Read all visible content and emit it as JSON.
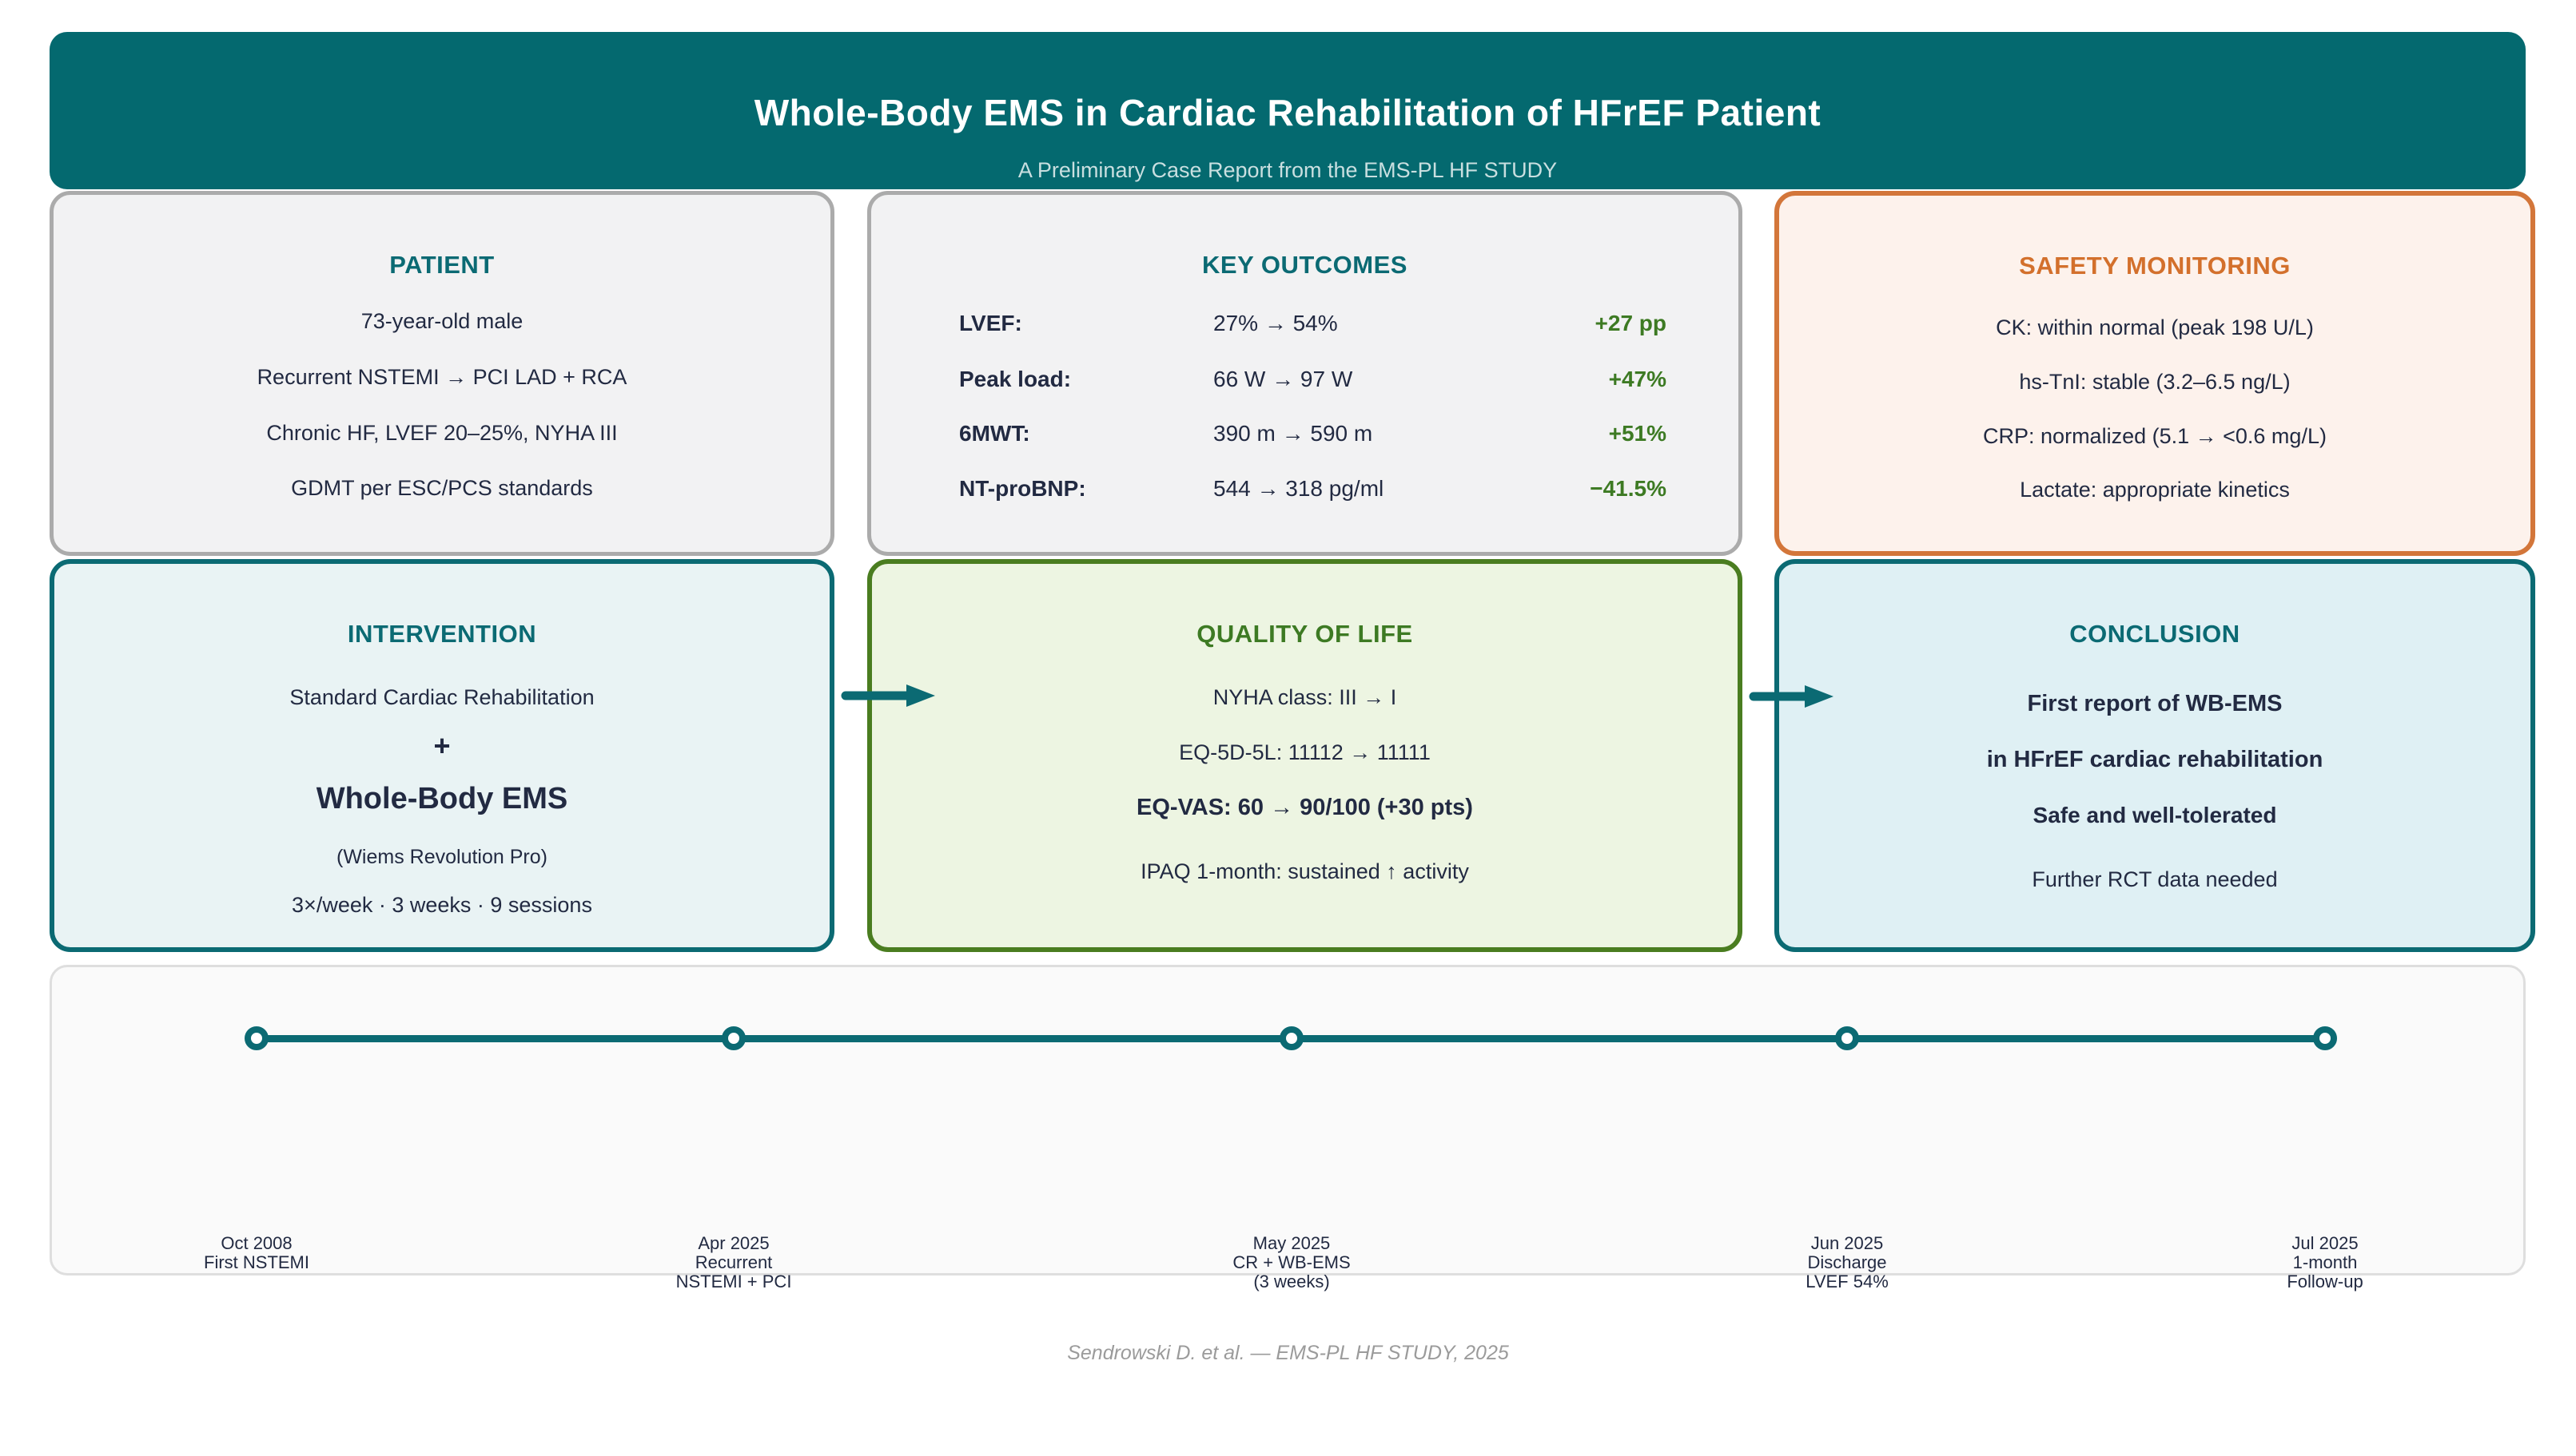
{
  "header": {
    "title": "Whole-Body EMS in Cardiac Rehabilitation of HFrEF Patient",
    "subtitle": "A Preliminary Case Report from the EMS-PL HF STUDY"
  },
  "cards": {
    "patient": {
      "title": "PATIENT",
      "lines": [
        "73-year-old male",
        "Recurrent NSTEMI → PCI LAD + RCA",
        "Chronic HF, LVEF 20–25%, NYHA III",
        "GDMT per ESC/PCS standards"
      ]
    },
    "key_outcomes": {
      "title": "KEY OUTCOMES",
      "rows": [
        {
          "label": "LVEF:",
          "value": "27%  →  54%",
          "change": "+27 pp"
        },
        {
          "label": "Peak load:",
          "value": "66 W  →  97 W",
          "change": "+47%"
        },
        {
          "label": "6MWT:",
          "value": "390 m  →  590 m",
          "change": "+51%"
        },
        {
          "label": "NT-proBNP:",
          "value": "544  →  318 pg/ml",
          "change": "−41.5%"
        }
      ]
    },
    "safety": {
      "title": "SAFETY MONITORING",
      "lines": [
        "CK: within normal (peak 198 U/L)",
        "hs-TnI: stable (3.2–6.5 ng/L)",
        "CRP: normalized (5.1 → <0.6 mg/L)",
        "Lactate: appropriate kinetics"
      ]
    },
    "intervention": {
      "title": "INTERVENTION",
      "standard": "Standard Cardiac Rehabilitation",
      "plus": "+",
      "ems": "Whole-Body EMS",
      "device": "(Wiems Revolution Pro)",
      "schedule": "3×/week  ·  3 weeks  ·  9 sessions"
    },
    "quality": {
      "title": "QUALITY OF LIFE",
      "nyha": "NYHA class:  III  →  I",
      "eq5d": "EQ-5D-5L:  11112  →  11111",
      "eqvas": "EQ-VAS:  60  →  90/100  (+30 pts)",
      "ipaq": "IPAQ 1-month: sustained ↑ activity"
    },
    "conclusion": {
      "title": "CONCLUSION",
      "lines": [
        "First report of WB-EMS",
        "in HFrEF cardiac rehabilitation",
        "Safe and well-tolerated",
        "Further RCT data needed"
      ]
    }
  },
  "timeline": {
    "events": [
      {
        "date": "Oct 2008",
        "lines": [
          "First NSTEMI"
        ]
      },
      {
        "date": "Apr 2025",
        "lines": [
          "Recurrent",
          "NSTEMI + PCI"
        ]
      },
      {
        "date": "May 2025",
        "lines": [
          "CR + WB-EMS",
          "(3 weeks)"
        ]
      },
      {
        "date": "Jun 2025",
        "lines": [
          "Discharge",
          "LVEF 54%"
        ]
      },
      {
        "date": "Jul 2025",
        "lines": [
          "1-month",
          "Follow-up"
        ]
      }
    ]
  },
  "footer": {
    "credit": "Sendrowski D. et al. — EMS-PL HF STUDY, 2025"
  },
  "colors": {
    "teal": "#0b6a73",
    "teal_dark": "#04696f",
    "navy": "#222a42",
    "green": "#3d7a23",
    "green_border": "#4a7d20",
    "orange": "#d3702c",
    "orange_border": "#d3763a",
    "muted_gray": "#6f7577",
    "footer_gray": "#9b9b9b",
    "subtitle_gray": "#c9dfe0"
  }
}
